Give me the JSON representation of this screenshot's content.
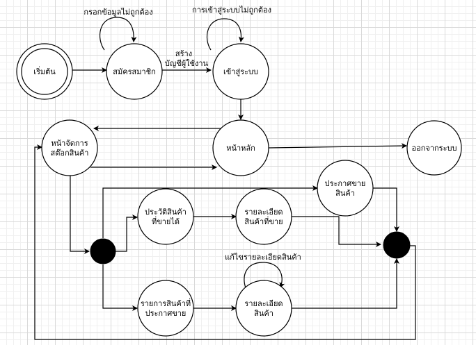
{
  "states": {
    "start": "เริ่มต้น",
    "register": "สมัครสมาชิก",
    "login": "เข้าสู่ระบบ",
    "home": "หน้าหลัก",
    "logout": "ออกจากระบบ",
    "stock_line1": "หน้าจัดการ",
    "stock_line2": "สต๊อกสินค้า",
    "sold_history_line1": "ประวัติสินค้า",
    "sold_history_line2": "ที่ขายได้",
    "sold_detail_line1": "รายละเอียด",
    "sold_detail_line2": "สินค้าที่ขาย",
    "announce_line1": "ประกาศขาย",
    "announce_line2": "สินค้า",
    "listed_line1": "รายการสินค้าที่",
    "listed_line2": "ประกาศขาย",
    "item_detail_line1": "รายละเอียด",
    "item_detail_line2": "สินค้า"
  },
  "transitions": {
    "register_invalid": "กรอกข้อมูลไม่ถูกต้อง",
    "login_invalid": "การเข้าสู่ระบบไม่ถูกต้อง",
    "create_account_line1": "สร้าง",
    "create_account_line2": "บัญชีผู้ใช้งาน",
    "edit_item": "แก้ไขรายละเอียดสินค้า"
  },
  "colors": {
    "stroke": "#000000",
    "node_fill": "#ffffff",
    "junction_fill": "#000000"
  }
}
